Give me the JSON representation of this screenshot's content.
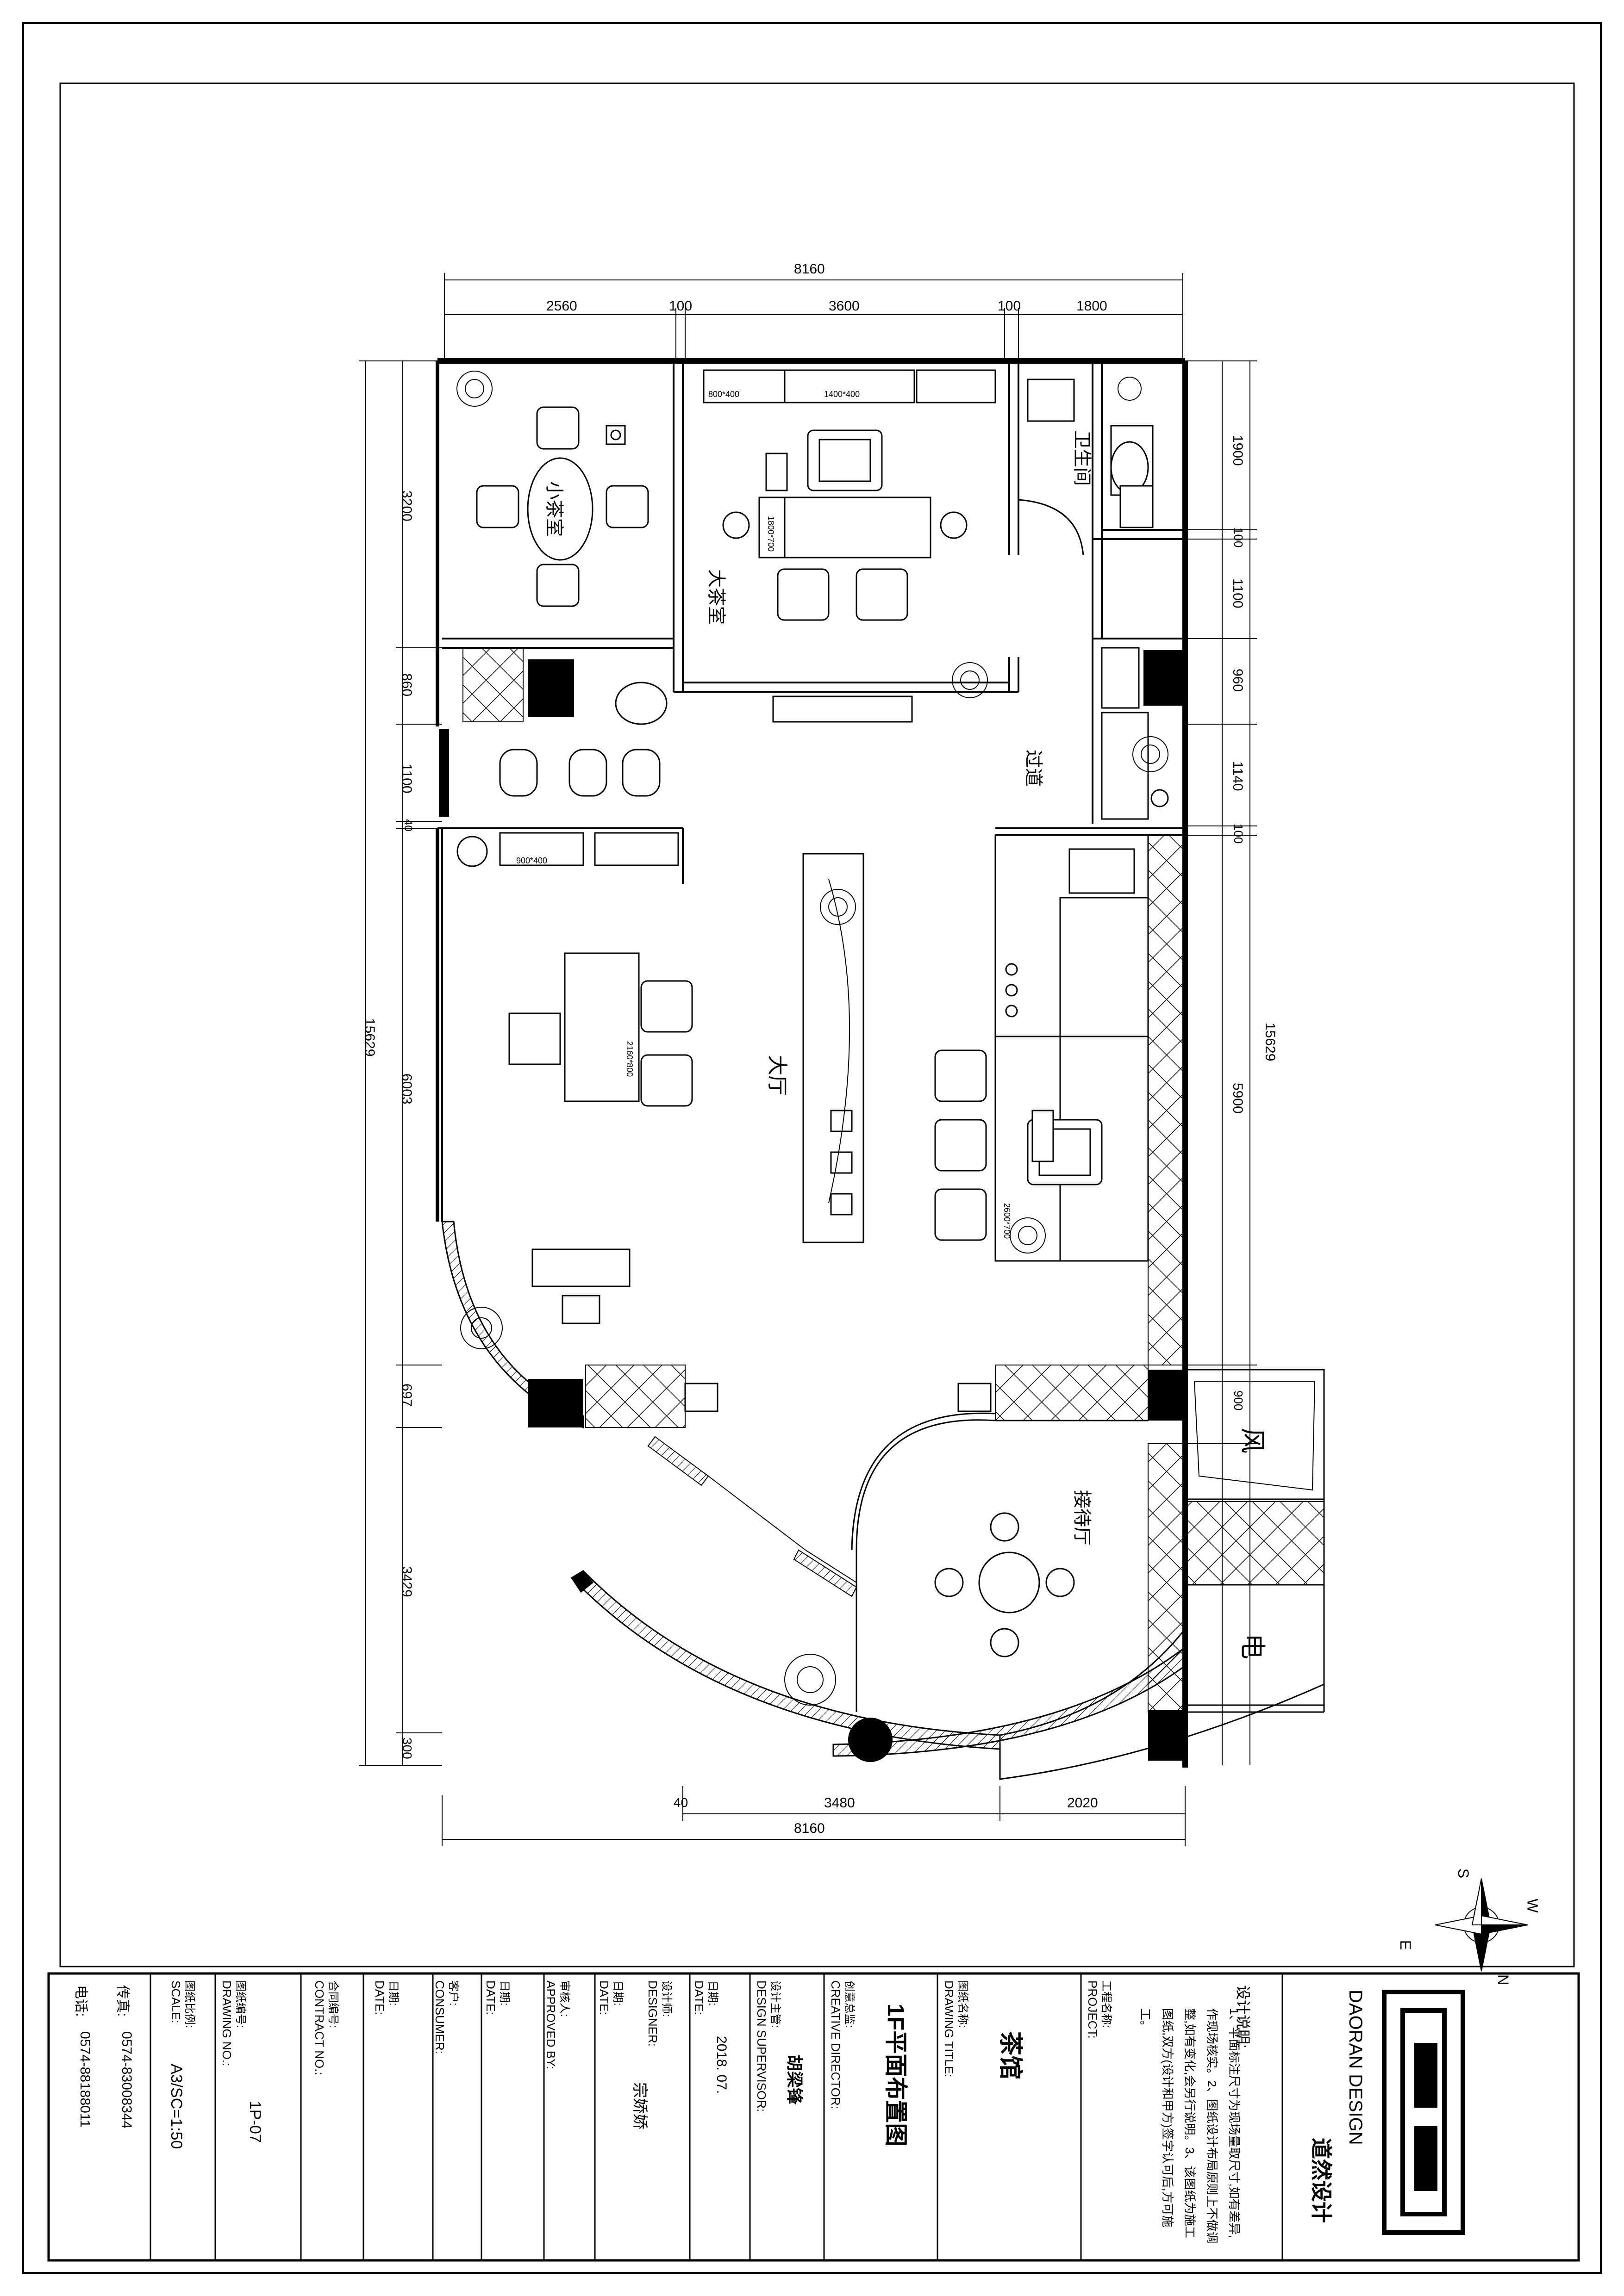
{
  "dimensions": {
    "top_total": "8160",
    "top_segments": [
      "2560",
      "100",
      "3600",
      "100",
      "1800"
    ],
    "bottom_total": "8160",
    "bottom_segments": [
      "40",
      "3480",
      "2020"
    ],
    "left_total": "15629",
    "left_segments": [
      "3200",
      "860",
      "1100",
      "40",
      "6003",
      "697",
      "3429",
      "300"
    ],
    "right_total": "15629",
    "right_segments": [
      "1900",
      "100",
      "1100",
      "960",
      "1140",
      "100",
      "5900",
      "900"
    ]
  },
  "rooms": {
    "small_tea": "小茶室",
    "large_tea": "大茶室",
    "toilet": "卫生间",
    "corridor": "过道",
    "hall": "大厅",
    "reception": "接待厅",
    "wind": "风",
    "electric": "电"
  },
  "furniture_labels": {
    "cab_800": "800*400",
    "cab_1400": "1400*400",
    "desk_1800": "1800*700",
    "cab_900": "900*400",
    "table_2160": "2160*800",
    "counter_2600": "2600*700"
  },
  "compass": {
    "s": "S",
    "w": "W",
    "e": "E",
    "n": "N"
  },
  "title_block": {
    "design_notes_title": "设计说明:",
    "design_notes": "1、平面标注尺寸为现场量取尺寸,如有差异,作现场核实。2、图纸设计布局原则上不做调整,如有变化,会另行说明。3、该图纸为施工图纸,双方(设计和甲方)签字认可后,方可施工。",
    "company_en": "DAORAN DESIGN",
    "company_cn": "道然设计",
    "project_label": "PROJECT:",
    "project_label_cn": "工程名称:",
    "project_name": "茶馆",
    "drawing_title_label": "DRAWING TITLE:",
    "drawing_title_label_cn": "图纸名称:",
    "drawing_title": "1F平面布置图",
    "creative_director_label": "CREATIVE DIRECTOR:",
    "creative_director_label_cn": "创意总监:",
    "creative_director": "胡梁锋",
    "design_supervisor_label": "DESIGN SUPERVISOR:",
    "design_supervisor_label_cn": "设计主管:",
    "date_label": "DATE:",
    "date_label_cn": "日期:",
    "date_value": "2018. 07.",
    "designer_label": "DESIGNER:",
    "designer_label_cn": "设计师:",
    "designer": "宗娇娇",
    "approved_label": "APPROVED BY:",
    "approved_label_cn": "审核人:",
    "consumer_label": "CONSUMER:",
    "consumer_label_cn": "客户:",
    "contract_label": "CONTRACT NO.:",
    "contract_label_cn": "合同编号:",
    "drawing_no_label": "DRAWING NO.:",
    "drawing_no_label_cn": "图纸编号:",
    "drawing_no": "1P-07",
    "scale_label": "SCALE:",
    "scale_label_cn": "图纸比例:",
    "scale_value": "A3/SC=1:50",
    "phone_label": "电话:",
    "phone": "0574-88188011",
    "fax_label": "传真:",
    "fax": "0574-83008344"
  }
}
